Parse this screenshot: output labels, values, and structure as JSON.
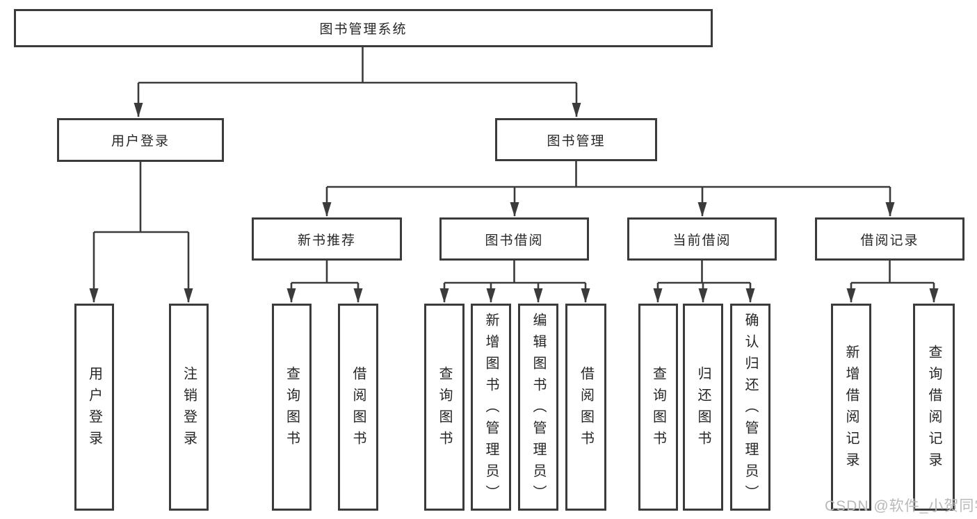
{
  "tree": {
    "label": "图书管理系统",
    "children": [
      {
        "label": "用户登录",
        "children": [
          {
            "label": "用户登录"
          },
          {
            "label": "注销登录"
          }
        ]
      },
      {
        "label": "图书管理",
        "children": [
          {
            "label": "新书推荐",
            "children": [
              {
                "label": "查询图书"
              },
              {
                "label": "借阅图书"
              }
            ]
          },
          {
            "label": "图书借阅",
            "children": [
              {
                "label": "查询图书"
              },
              {
                "label": "新增图书（管理员）"
              },
              {
                "label": "编辑图书（管理员）"
              },
              {
                "label": "借阅图书"
              }
            ]
          },
          {
            "label": "当前借阅",
            "children": [
              {
                "label": "查询图书"
              },
              {
                "label": "归还图书"
              },
              {
                "label": "确认归还（管理员）"
              }
            ]
          },
          {
            "label": "借阅记录",
            "children": [
              {
                "label": "新增借阅记录"
              },
              {
                "label": "查询借阅记录"
              }
            ]
          }
        ]
      }
    ]
  },
  "watermark": {
    "text": "CSDN @软件_小贺同学"
  },
  "colors": {
    "line": "#3b3b3b",
    "text": "#262626",
    "background": "#ffffff",
    "watermark": "#b9b9b9"
  }
}
